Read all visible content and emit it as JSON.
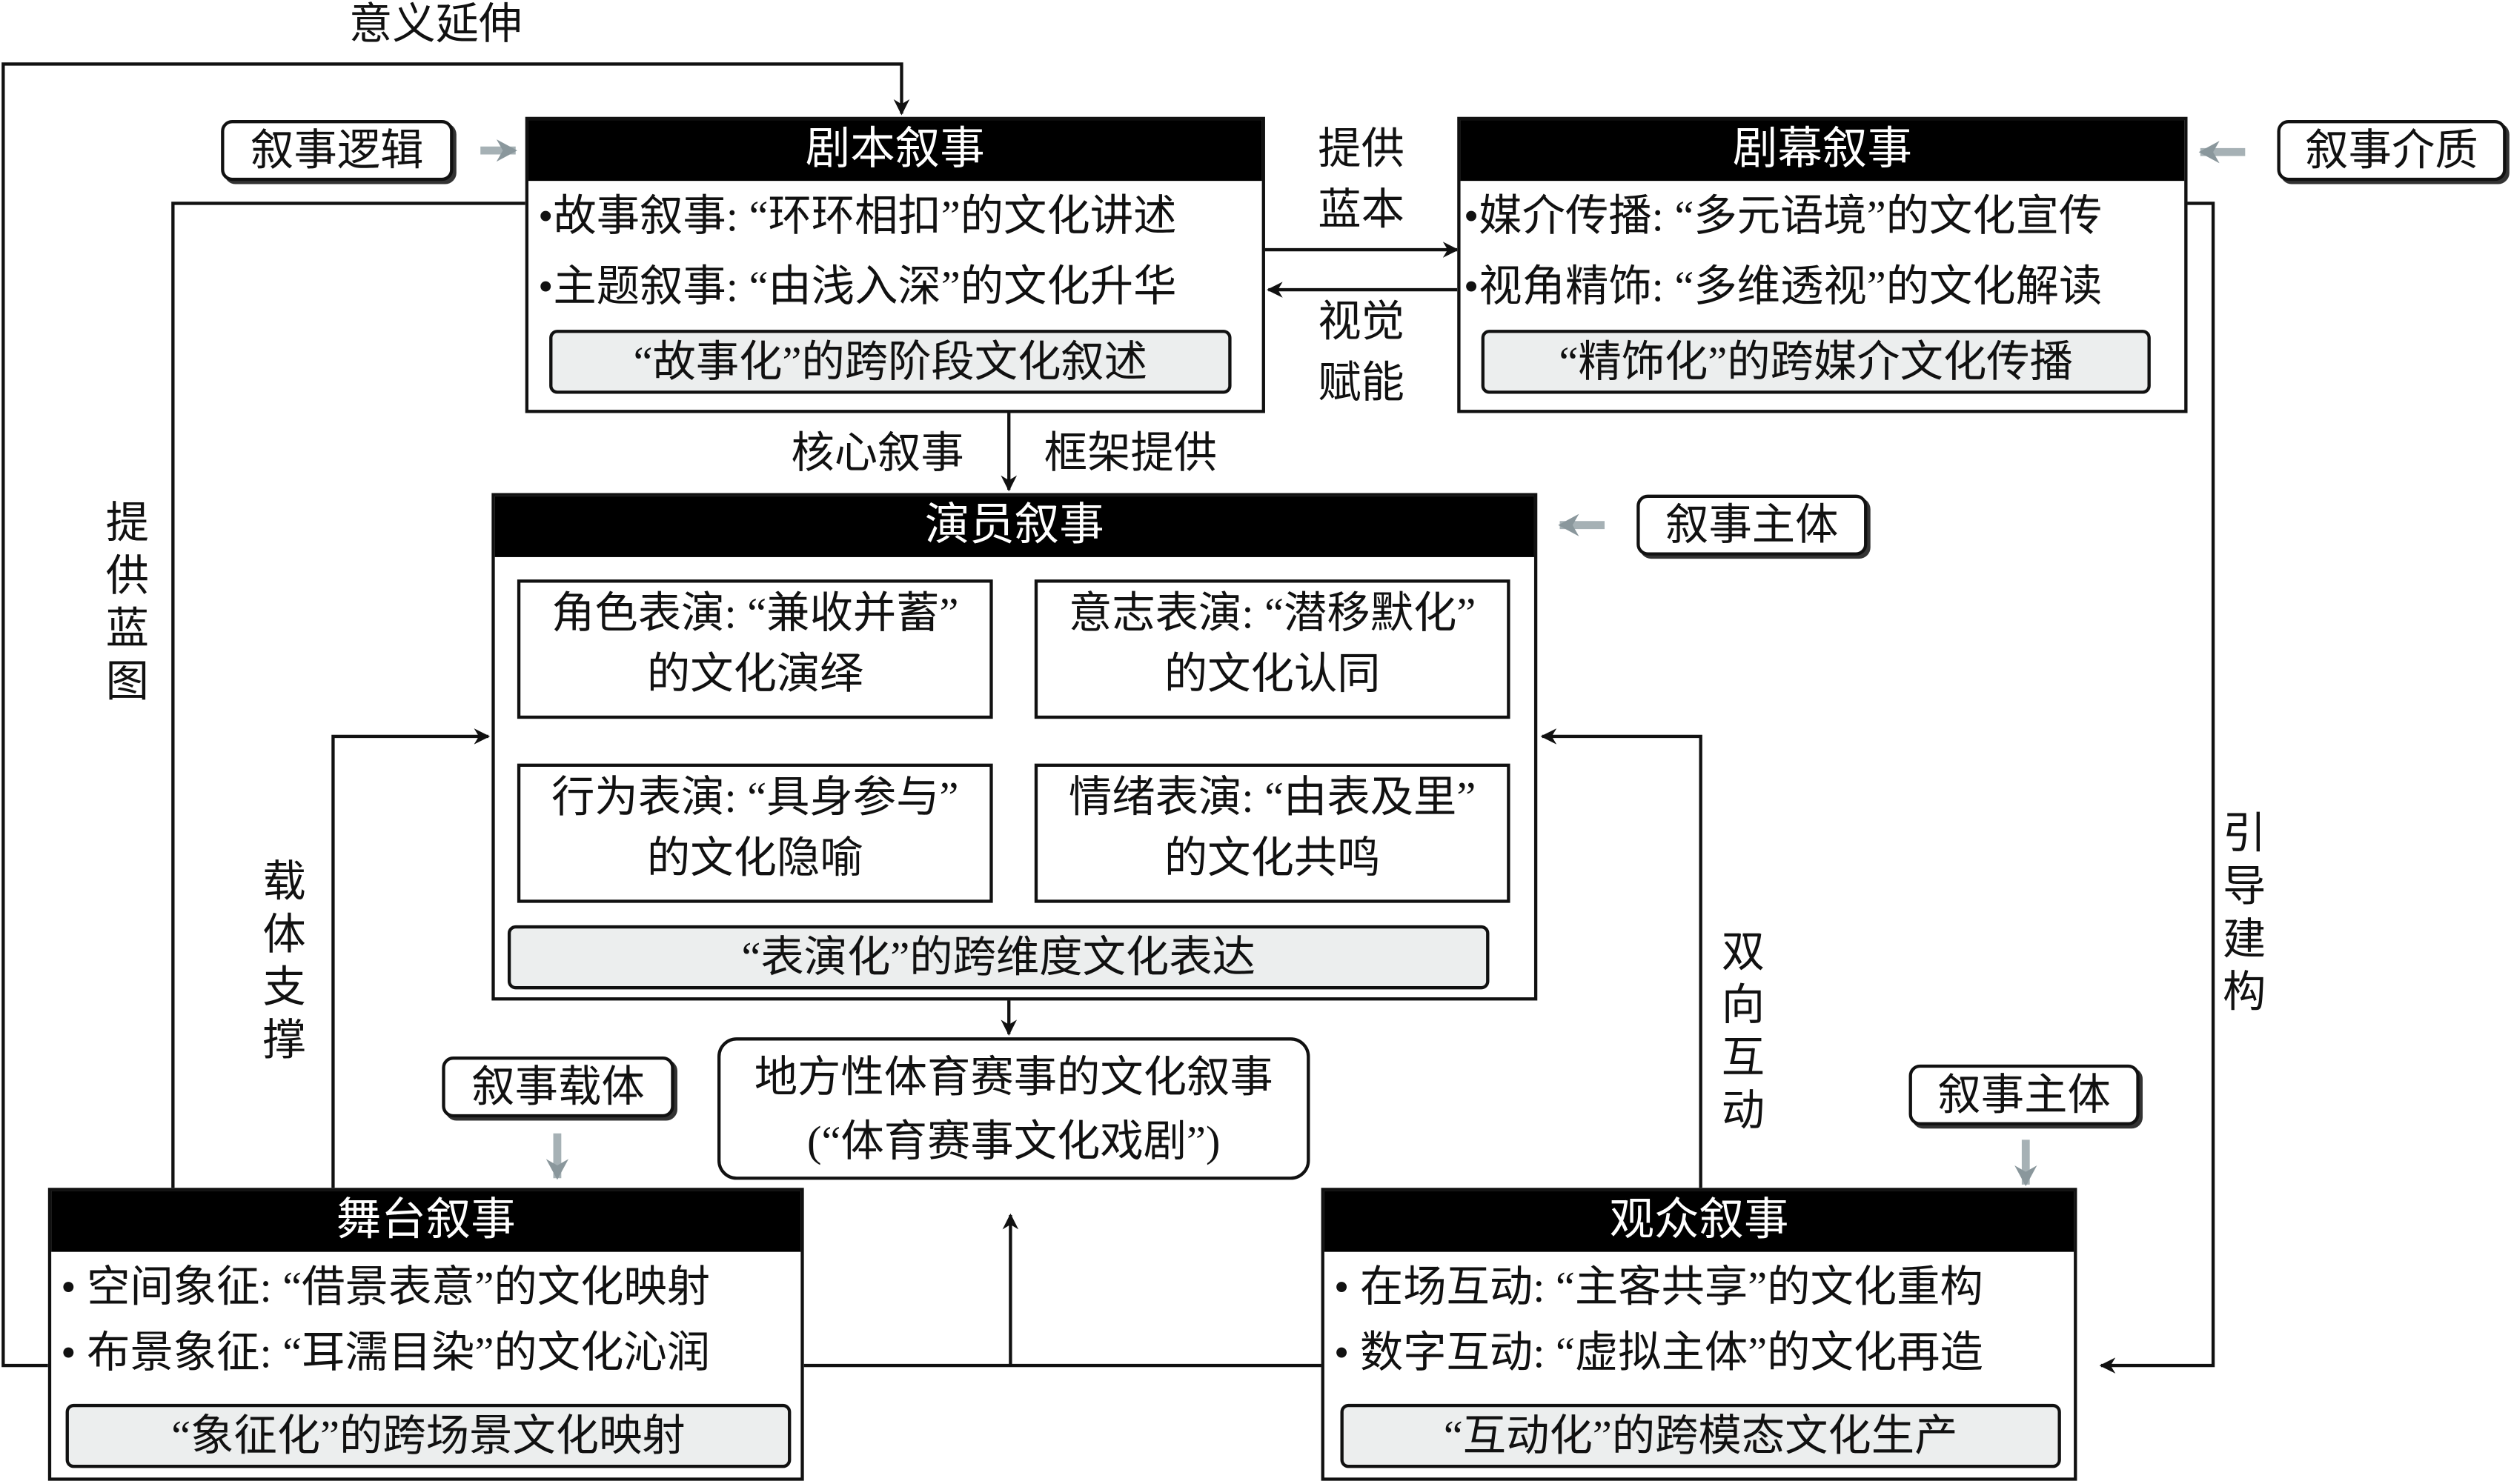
{
  "links": {
    "meaning_extension": "意义延伸",
    "provide_script": "提供蓝本",
    "visual_empower": "视觉赋能",
    "core_narrative": "核心叙事",
    "framework": "框架提供",
    "provide_blueprint": "提供蓝图",
    "carrier_support": "载体支撑",
    "two_way": "双向互动",
    "guide_construct": "引导建构"
  },
  "tags": {
    "logic": "叙事逻辑",
    "medium": "叙事介质",
    "subject_actor": "叙事主体",
    "carrier": "叙事载体",
    "subject_audience": "叙事主体"
  },
  "script": {
    "title": "剧本叙事",
    "items": [
      "•故事叙事: “环环相扣”的文化讲述",
      "•主题叙事: “由浅入深”的文化升华"
    ],
    "summary": "“故事化”的跨阶段文化叙述"
  },
  "screen": {
    "title": "剧幕叙事",
    "items": [
      "•媒介传播: “多元语境”的文化宣传",
      "•视角精饰: “多维透视”的文化解读"
    ],
    "summary": "“精饰化”的跨媒介文化传播"
  },
  "actor": {
    "title": "演员叙事",
    "role": [
      "角色表演: “兼收并蓄”",
      "的文化演绎"
    ],
    "will": [
      "意志表演: “潜移默化”",
      "的文化认同"
    ],
    "behavior": [
      "行为表演: “具身参与”",
      "的文化隐喻"
    ],
    "emotion": [
      "情绪表演: “由表及里”",
      "的文化共鸣"
    ],
    "summary": "“表演化”的跨维度文化表达"
  },
  "goal": [
    "地方性体育赛事的文化叙事",
    "(“体育赛事文化戏剧”)"
  ],
  "stage": {
    "title": "舞台叙事",
    "items": [
      "• 空间象征: “借景表意”的文化映射",
      "• 布景象征: “耳濡目染”的文化沁润"
    ],
    "summary": "“象征化”的跨场景文化映射"
  },
  "audience": {
    "title": "观众叙事",
    "items": [
      "• 在场互动: “主客共享”的文化重构",
      "• 数字互动: “虚拟主体”的文化再造"
    ],
    "summary": "“互动化”的跨模态文化生产"
  }
}
